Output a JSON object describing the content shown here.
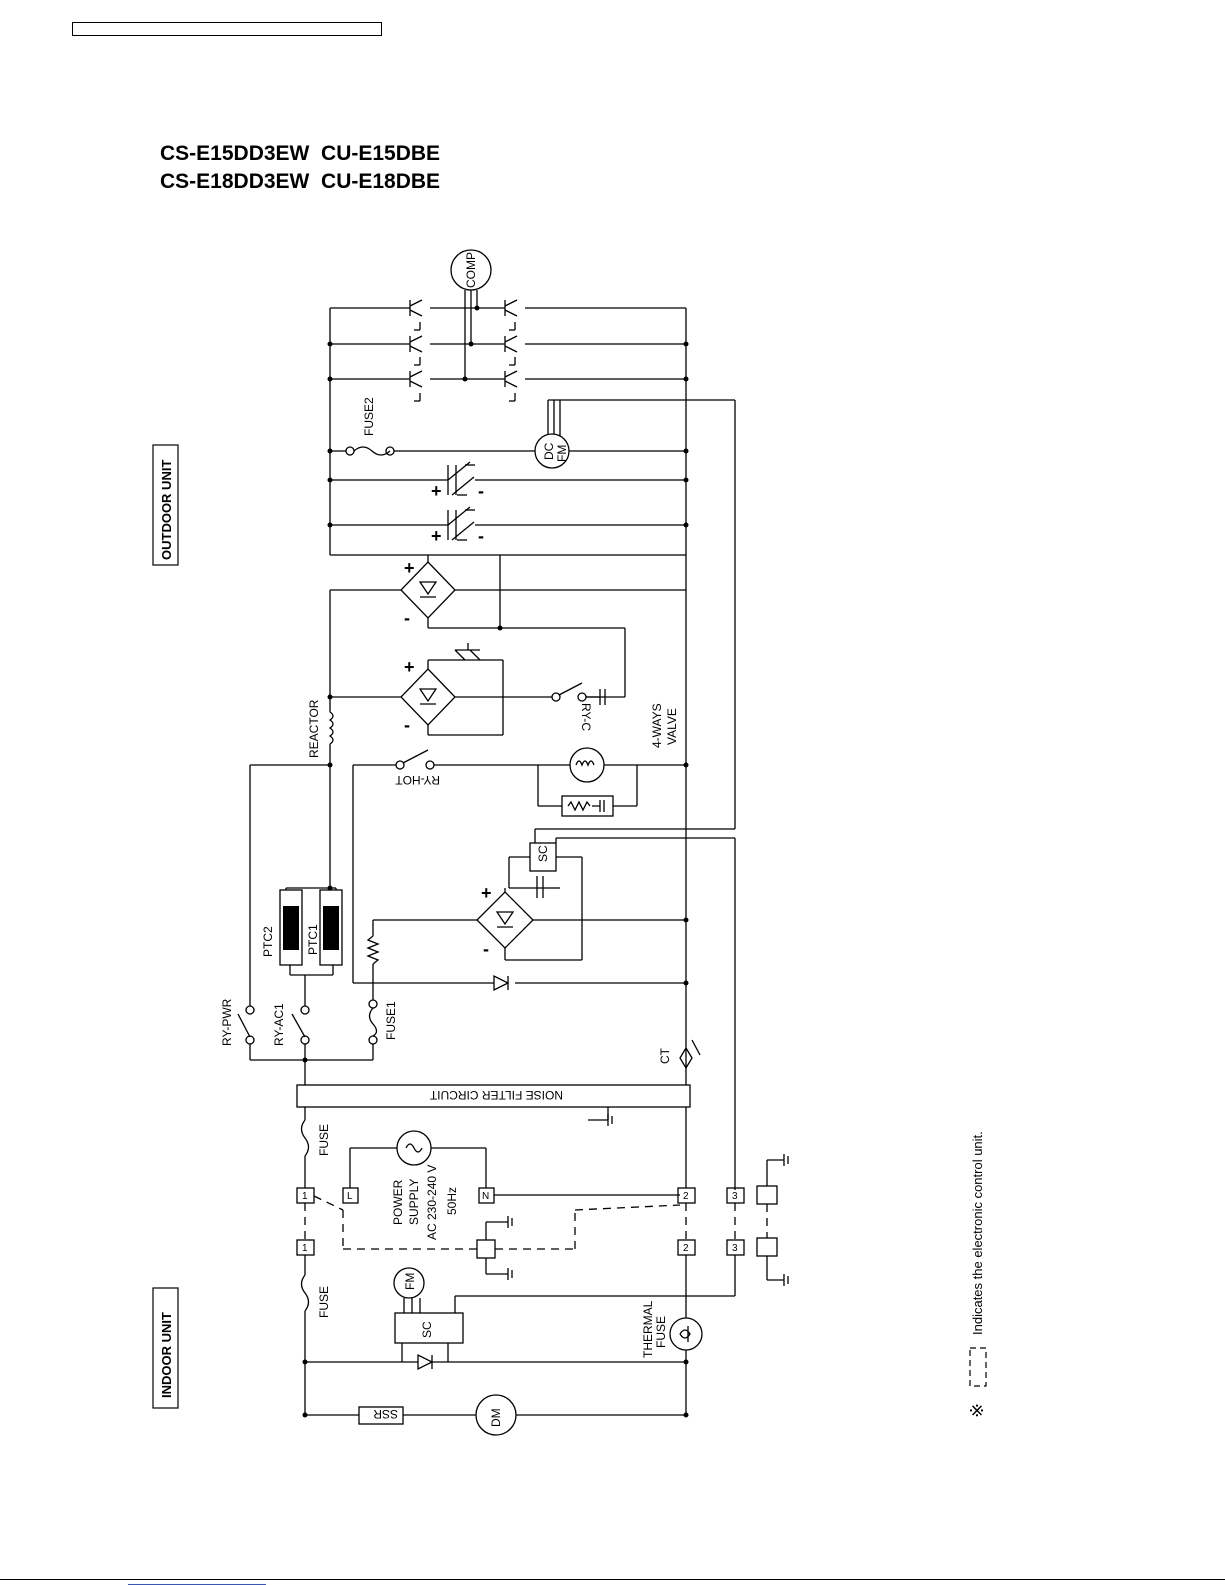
{
  "models": {
    "line1": "CS-E15DD3EW  CU-E15DBE",
    "line2": "CS-E18DD3EW  CU-E18DBE"
  },
  "units": {
    "outdoor": "OUTDOOR UNIT",
    "indoor": "INDOOR UNIT"
  },
  "components": {
    "comp": "COMP",
    "fuse2": "FUSE2",
    "dc": "DC",
    "fm": "FM",
    "reactor": "REACTOR",
    "ry_c": "RY-C",
    "ry_hot": "RY-HOT",
    "valve_l1": "4-WAYS",
    "valve_l2": "VALVE",
    "sc": "SC",
    "ptc2": "PTC2",
    "ptc1": "PTC1",
    "ry_pwr": "RY-PWR",
    "ry_ac1": "RY-AC1",
    "fuse1": "FUSE1",
    "ct": "CT",
    "noise_filter": "NOISE FILTER CIRCUIT",
    "fuse": "FUSE",
    "power_l1": "POWER",
    "power_l2": "SUPPLY",
    "power_l3": "AC 230-240 V",
    "power_l4": "50Hz",
    "term_L": "L",
    "term_N": "N",
    "t1": "1",
    "t2": "2",
    "t3": "3",
    "thermal_l1": "THERMAL",
    "thermal_l2": "FUSE",
    "ssr": "SSR",
    "dm": "DM",
    "plus": "+",
    "minus": "-"
  },
  "note": {
    "mark": "※",
    "text": "Indicates the electronic control unit."
  }
}
